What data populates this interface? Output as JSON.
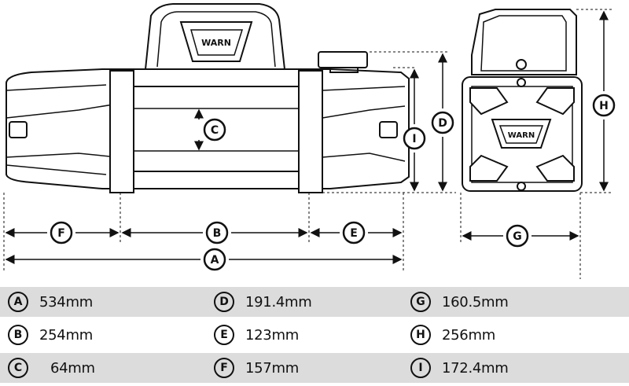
{
  "logo_text": "WARN",
  "dimension_labels": {
    "A": "A",
    "B": "B",
    "C": "C",
    "D": "D",
    "E": "E",
    "F": "F",
    "G": "G",
    "H": "H",
    "I": "I"
  },
  "specs": [
    [
      {
        "letter": "A",
        "value": "534mm"
      },
      {
        "letter": "D",
        "value": "191.4mm"
      },
      {
        "letter": "G",
        "value": "160.5mm"
      }
    ],
    [
      {
        "letter": "B",
        "value": "254mm"
      },
      {
        "letter": "E",
        "value": "123mm"
      },
      {
        "letter": "H",
        "value": "256mm"
      }
    ],
    [
      {
        "letter": "C",
        "value": "64mm"
      },
      {
        "letter": "F",
        "value": "157mm"
      },
      {
        "letter": "I",
        "value": "172.4mm"
      }
    ]
  ]
}
